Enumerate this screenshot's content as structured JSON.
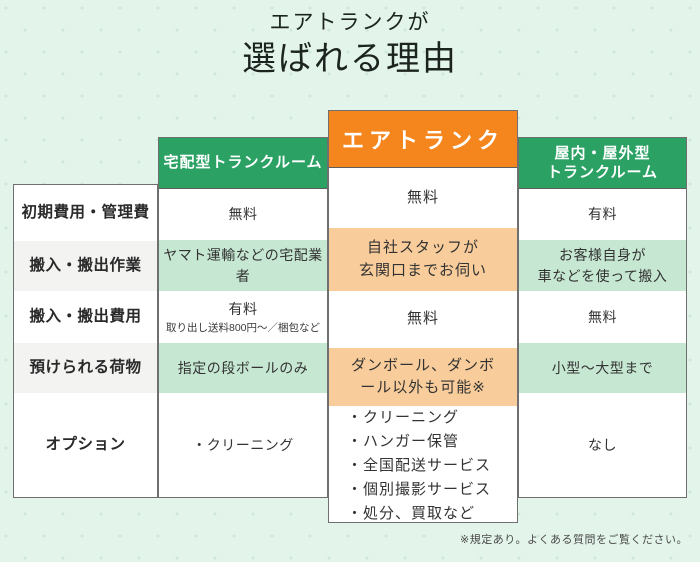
{
  "title": {
    "line1": "エアトランクが",
    "line2": "選ばれる理由"
  },
  "table": {
    "row_labels": [
      "初期費用・管理費",
      "搬入・搬出作業",
      "搬入・搬出費用",
      "預けられる荷物",
      "オプション"
    ],
    "columns": {
      "left": {
        "header": "宅配型トランクルーム",
        "cells": [
          "無料",
          "ヤマト運輸などの宅配業者",
          "有料",
          "指定の段ボールのみ",
          "・クリーニング"
        ],
        "fee_note": "取り出し送料800円～／梱包など"
      },
      "center": {
        "header": "エアトランク",
        "cells": [
          "無料",
          "自社スタッフが\n玄関口までお伺い",
          "無料",
          "ダンボール、ダンボ\nール以外も可能※",
          "・クリーニング\n・ハンガー保管\n・全国配送サービス\n・個別撮影サービス\n・処分、買取など"
        ]
      },
      "right": {
        "header": "屋内・屋外型\nトランクルーム",
        "cells": [
          "有料",
          "お客様自身が\n車などを使って搬入",
          "無料",
          "小型～大型まで",
          "なし"
        ]
      }
    }
  },
  "footer": {
    "note": "※規定あり。よくある質問をご覧ください。"
  },
  "colors": {
    "background": "#e3f4ea",
    "brand_green": "#2ba164",
    "brand_orange": "#f5851d",
    "light_green": "#c6e7d2",
    "light_orange": "#f8cd9b",
    "label_gray": "#f3f3f2"
  }
}
